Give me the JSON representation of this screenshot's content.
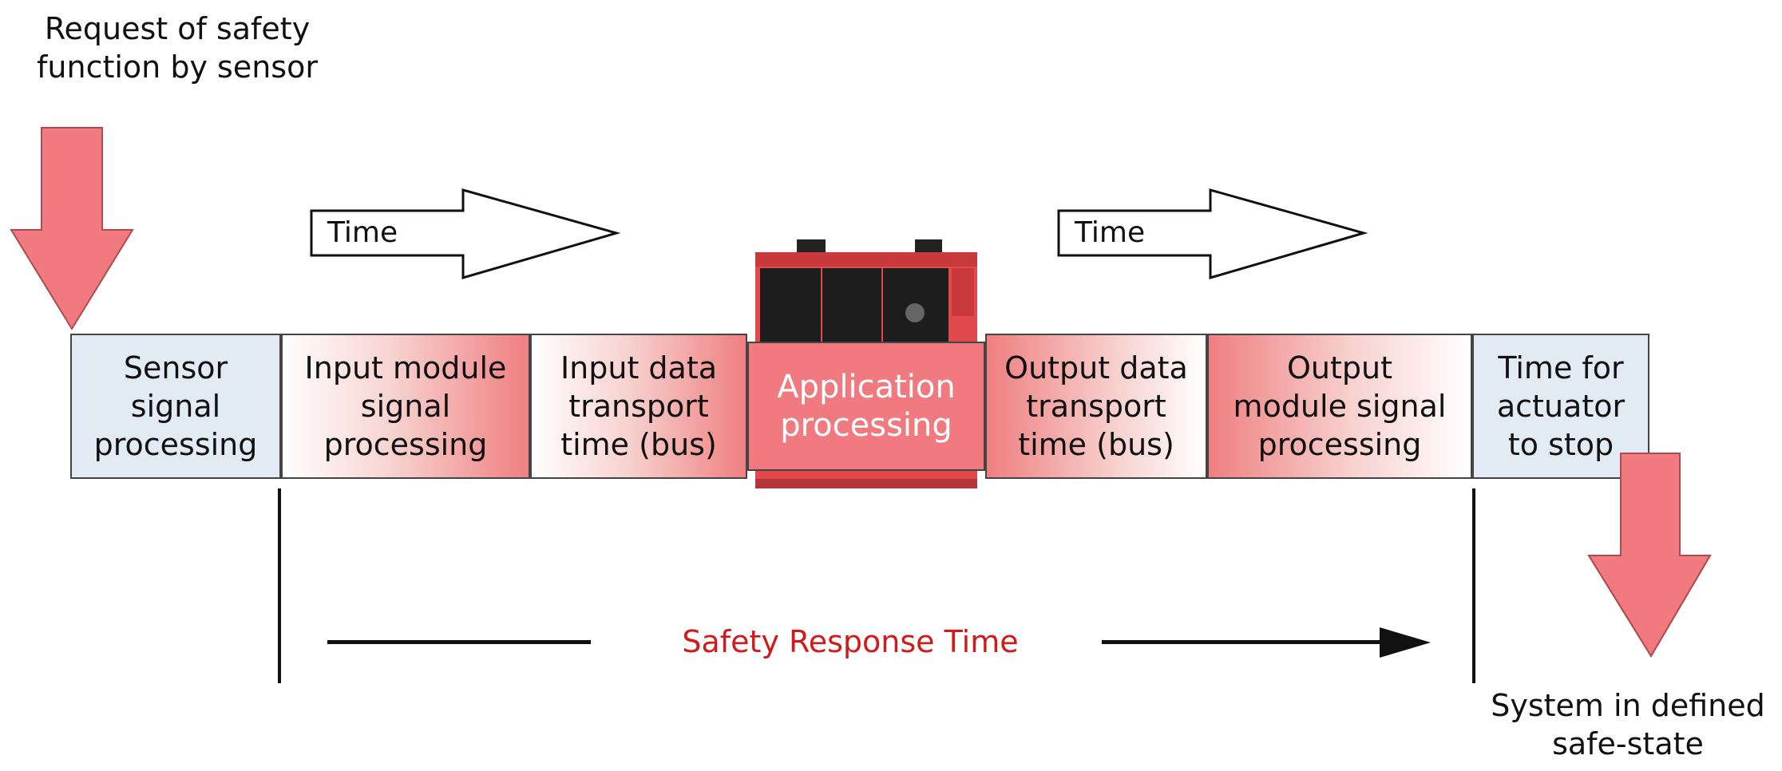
{
  "top_label": [
    "Request of safety",
    "function by sensor"
  ],
  "bottom_label": [
    "System in defined",
    "safe-state"
  ],
  "time_arrows": [
    "Time",
    "Time"
  ],
  "boxes": [
    {
      "text": [
        "Sensor",
        "signal",
        "processing"
      ]
    },
    {
      "text": [
        "Input module",
        "signal",
        "processing"
      ]
    },
    {
      "text": [
        "Input data",
        "transport",
        "time (bus)"
      ]
    },
    {
      "text": [
        "Application",
        "processing"
      ]
    },
    {
      "text": [
        "Output data",
        "transport",
        "time (bus)"
      ]
    },
    {
      "text": [
        "Output",
        "module signal",
        "processing"
      ]
    },
    {
      "text": [
        "Time for",
        "actuator",
        "to stop"
      ]
    }
  ],
  "response_time_label": "Safety Response Time",
  "colors": {
    "arrow_fill": "#f07a7f",
    "sensor_box": "#e2eaf3",
    "application_box": "#f07a7f",
    "response_label": "#d11a1a"
  }
}
